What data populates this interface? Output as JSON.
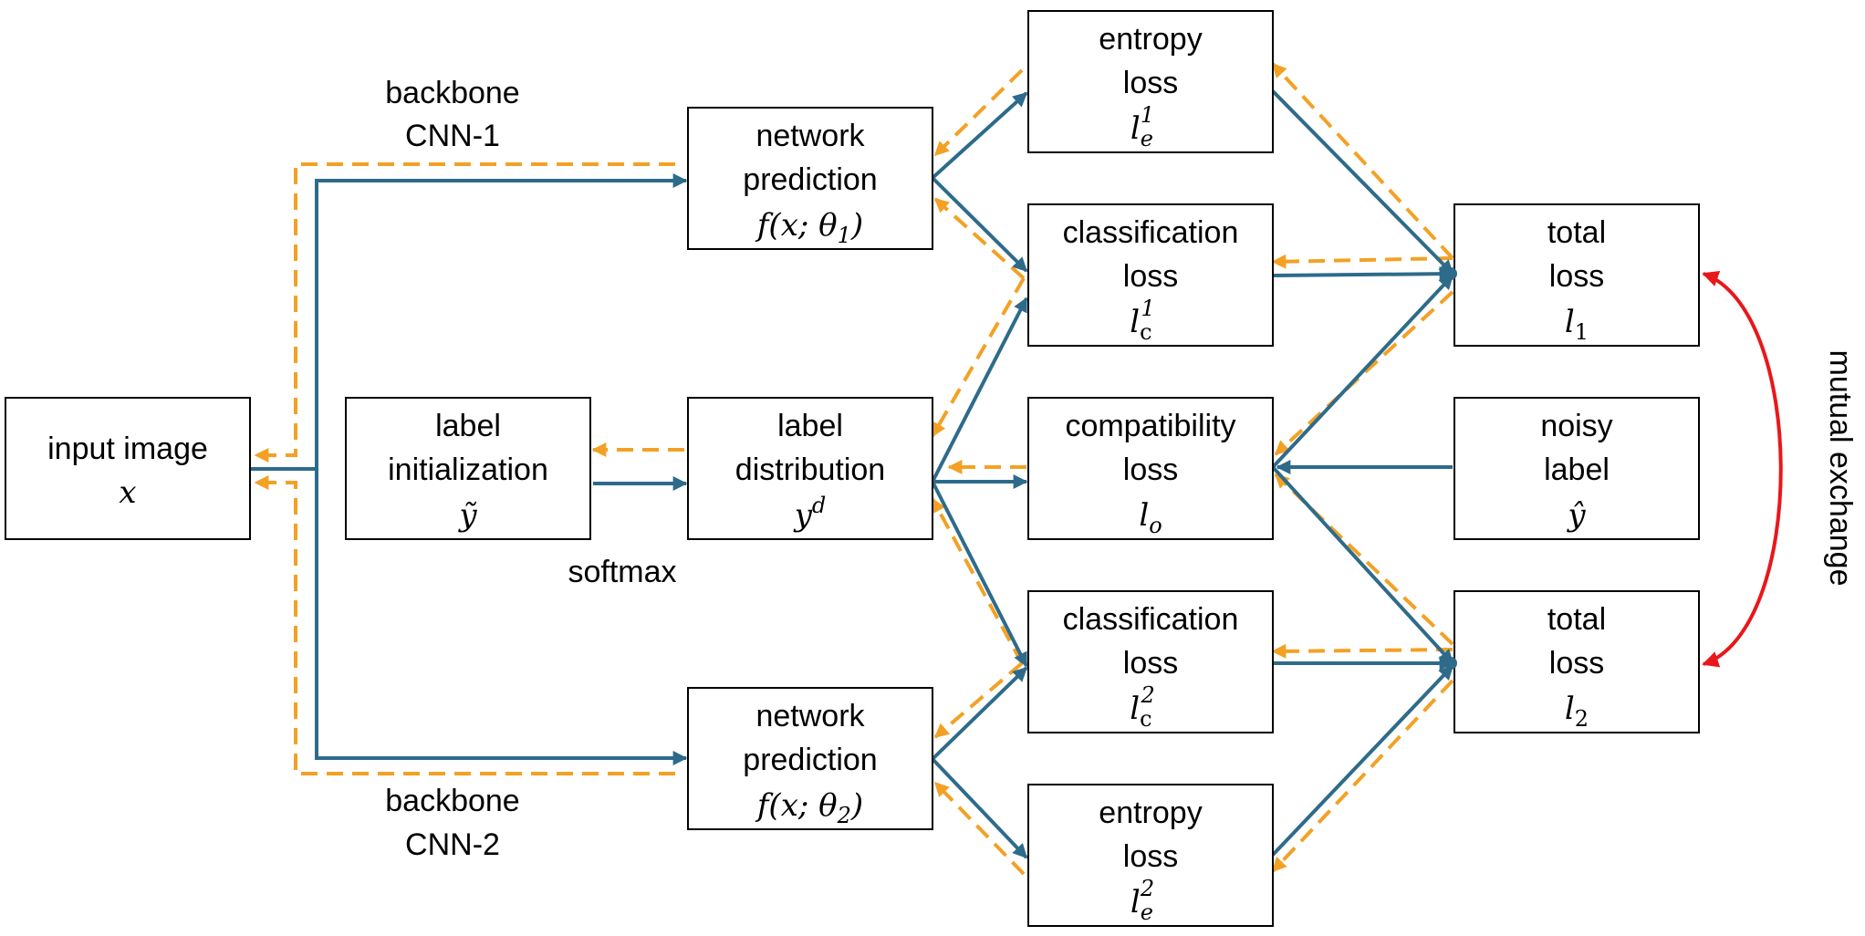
{
  "colors": {
    "forward": "#2e6b8a",
    "backward": "#f3a125",
    "exchange": "#e8171b"
  },
  "boxes": {
    "input_image": {
      "line1": "input image",
      "symbol": "x"
    },
    "label_init": {
      "line1": "label",
      "line2": "initialization",
      "symbol": "ỹ"
    },
    "label_dist": {
      "line1": "label",
      "line2": "distribution",
      "symbol": "y",
      "sup": "d"
    },
    "net_pred_1": {
      "line1": "network",
      "line2": "prediction",
      "symbol": "f(x; θ",
      "sub": "1",
      "close": ")"
    },
    "net_pred_2": {
      "line1": "network",
      "line2": "prediction",
      "symbol": "f(x; θ",
      "sub": "2",
      "close": ")"
    },
    "entropy_1": {
      "line1": "entropy",
      "line2": "loss",
      "symbol": "l",
      "sub": "e",
      "sup": "1"
    },
    "class_1": {
      "line1": "classification",
      "line2": "loss",
      "symbol": "l",
      "sub": "c",
      "sup": "1"
    },
    "compat": {
      "line1": "compatibility",
      "line2": "loss",
      "symbol": "l",
      "sub": "o"
    },
    "class_2": {
      "line1": "classification",
      "line2": "loss",
      "symbol": "l",
      "sub": "c",
      "sup": "2"
    },
    "entropy_2": {
      "line1": "entropy",
      "line2": "loss",
      "symbol": "l",
      "sub": "e",
      "sup": "2"
    },
    "total_1": {
      "line1": "total",
      "line2": "loss",
      "symbol": "l",
      "sub": "1"
    },
    "noisy": {
      "line1": "noisy",
      "line2": "label",
      "symbol": "ŷ"
    },
    "total_2": {
      "line1": "total",
      "line2": "loss",
      "symbol": "l",
      "sub": "2"
    }
  },
  "labels": {
    "backbone_1_a": "backbone",
    "backbone_1_b": "CNN-1",
    "backbone_2_a": "backbone",
    "backbone_2_b": "CNN-2",
    "softmax": "softmax",
    "mutual_exchange": "mutual exchange"
  }
}
